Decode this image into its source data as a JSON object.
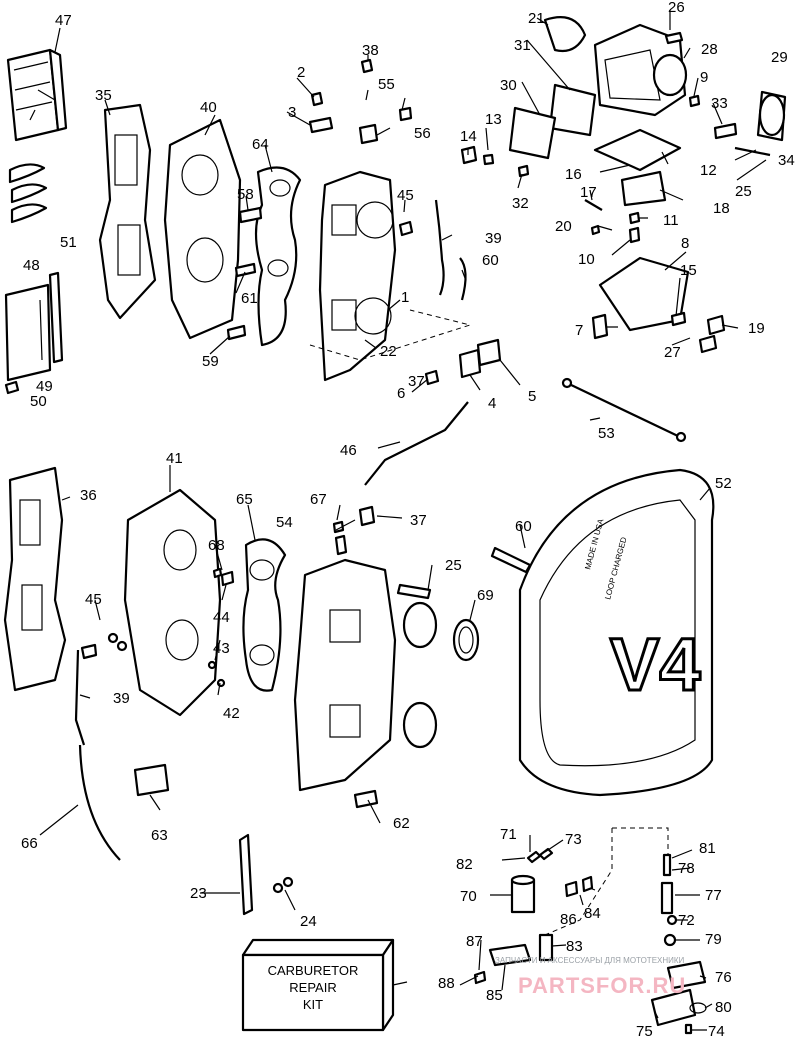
{
  "diagram": {
    "part_numbers": [
      "1",
      "2",
      "3",
      "4",
      "5",
      "6",
      "7",
      "8",
      "9",
      "10",
      "11",
      "12",
      "13",
      "14",
      "15",
      "16",
      "17",
      "18",
      "19",
      "20",
      "21",
      "22",
      "23",
      "24",
      "25",
      "25",
      "26",
      "27",
      "28",
      "29",
      "30",
      "31",
      "32",
      "33",
      "34",
      "35",
      "36",
      "37",
      "37",
      "38",
      "39",
      "39",
      "40",
      "41",
      "42",
      "43",
      "44",
      "45",
      "45",
      "46",
      "47",
      "48",
      "49",
      "50",
      "51",
      "52",
      "53",
      "54",
      "55",
      "56",
      "58",
      "59",
      "60",
      "60",
      "61",
      "62",
      "63",
      "64",
      "65",
      "66",
      "67",
      "68",
      "69",
      "70",
      "71",
      "72",
      "73",
      "74",
      "75",
      "76",
      "77",
      "78",
      "79",
      "80",
      "81",
      "82",
      "83",
      "84",
      "85",
      "86",
      "87",
      "88"
    ],
    "kit_box": {
      "line1": "CARBURETOR",
      "line2": "REPAIR",
      "line3": "KIT"
    },
    "cover_text": {
      "logo": "V4",
      "small1": "MADE IN USA",
      "small2": "LOOP CHARGED"
    },
    "watermark": {
      "text": "ЗАПЧАСТИ И АКСЕССУАРЫ ДЛЯ МОТОТЕХНИКИ",
      "logo": "PARTSFOR.RU"
    }
  }
}
